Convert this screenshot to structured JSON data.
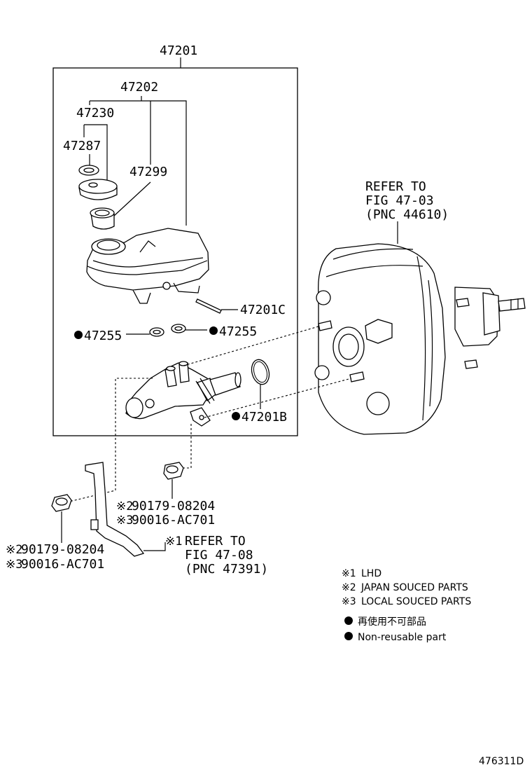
{
  "parts": {
    "assembly": "47201",
    "reservoir_assy": "47202",
    "cap_assy": "47230",
    "strainer": "47287",
    "grommet": "47299",
    "pin": "47201C",
    "grommet_left": "47255",
    "grommet_right": "47255",
    "oring": "47201B"
  },
  "bolt_center": {
    "line1": "90179-08204",
    "line2": "90016-AC701",
    "mark1": "※2",
    "mark2": "※3"
  },
  "bolt_left": {
    "line1": "90179-08204",
    "line2": "90016-AC701",
    "mark1": "※2",
    "mark2": "※3"
  },
  "refer_booster": {
    "line1": "REFER TO",
    "line2": "FIG 47-03",
    "line3": "(PNC 44610)"
  },
  "refer_bracket": {
    "mark": "※1",
    "line1": "REFER TO",
    "line2": "FIG 47-08",
    "line3": "(PNC 47391)"
  },
  "notes": [
    {
      "mark": "※1",
      "text": "LHD"
    },
    {
      "mark": "※2",
      "text": "JAPAN SOUCED PARTS"
    },
    {
      "mark": "※3",
      "text": "LOCAL SOUCED PARTS"
    }
  ],
  "legend": [
    {
      "icon": "filled-circle",
      "text": "再使用不可部品"
    },
    {
      "icon": "filled-circle",
      "text": "Non-reusable part"
    }
  ],
  "figure_id": "476311D"
}
